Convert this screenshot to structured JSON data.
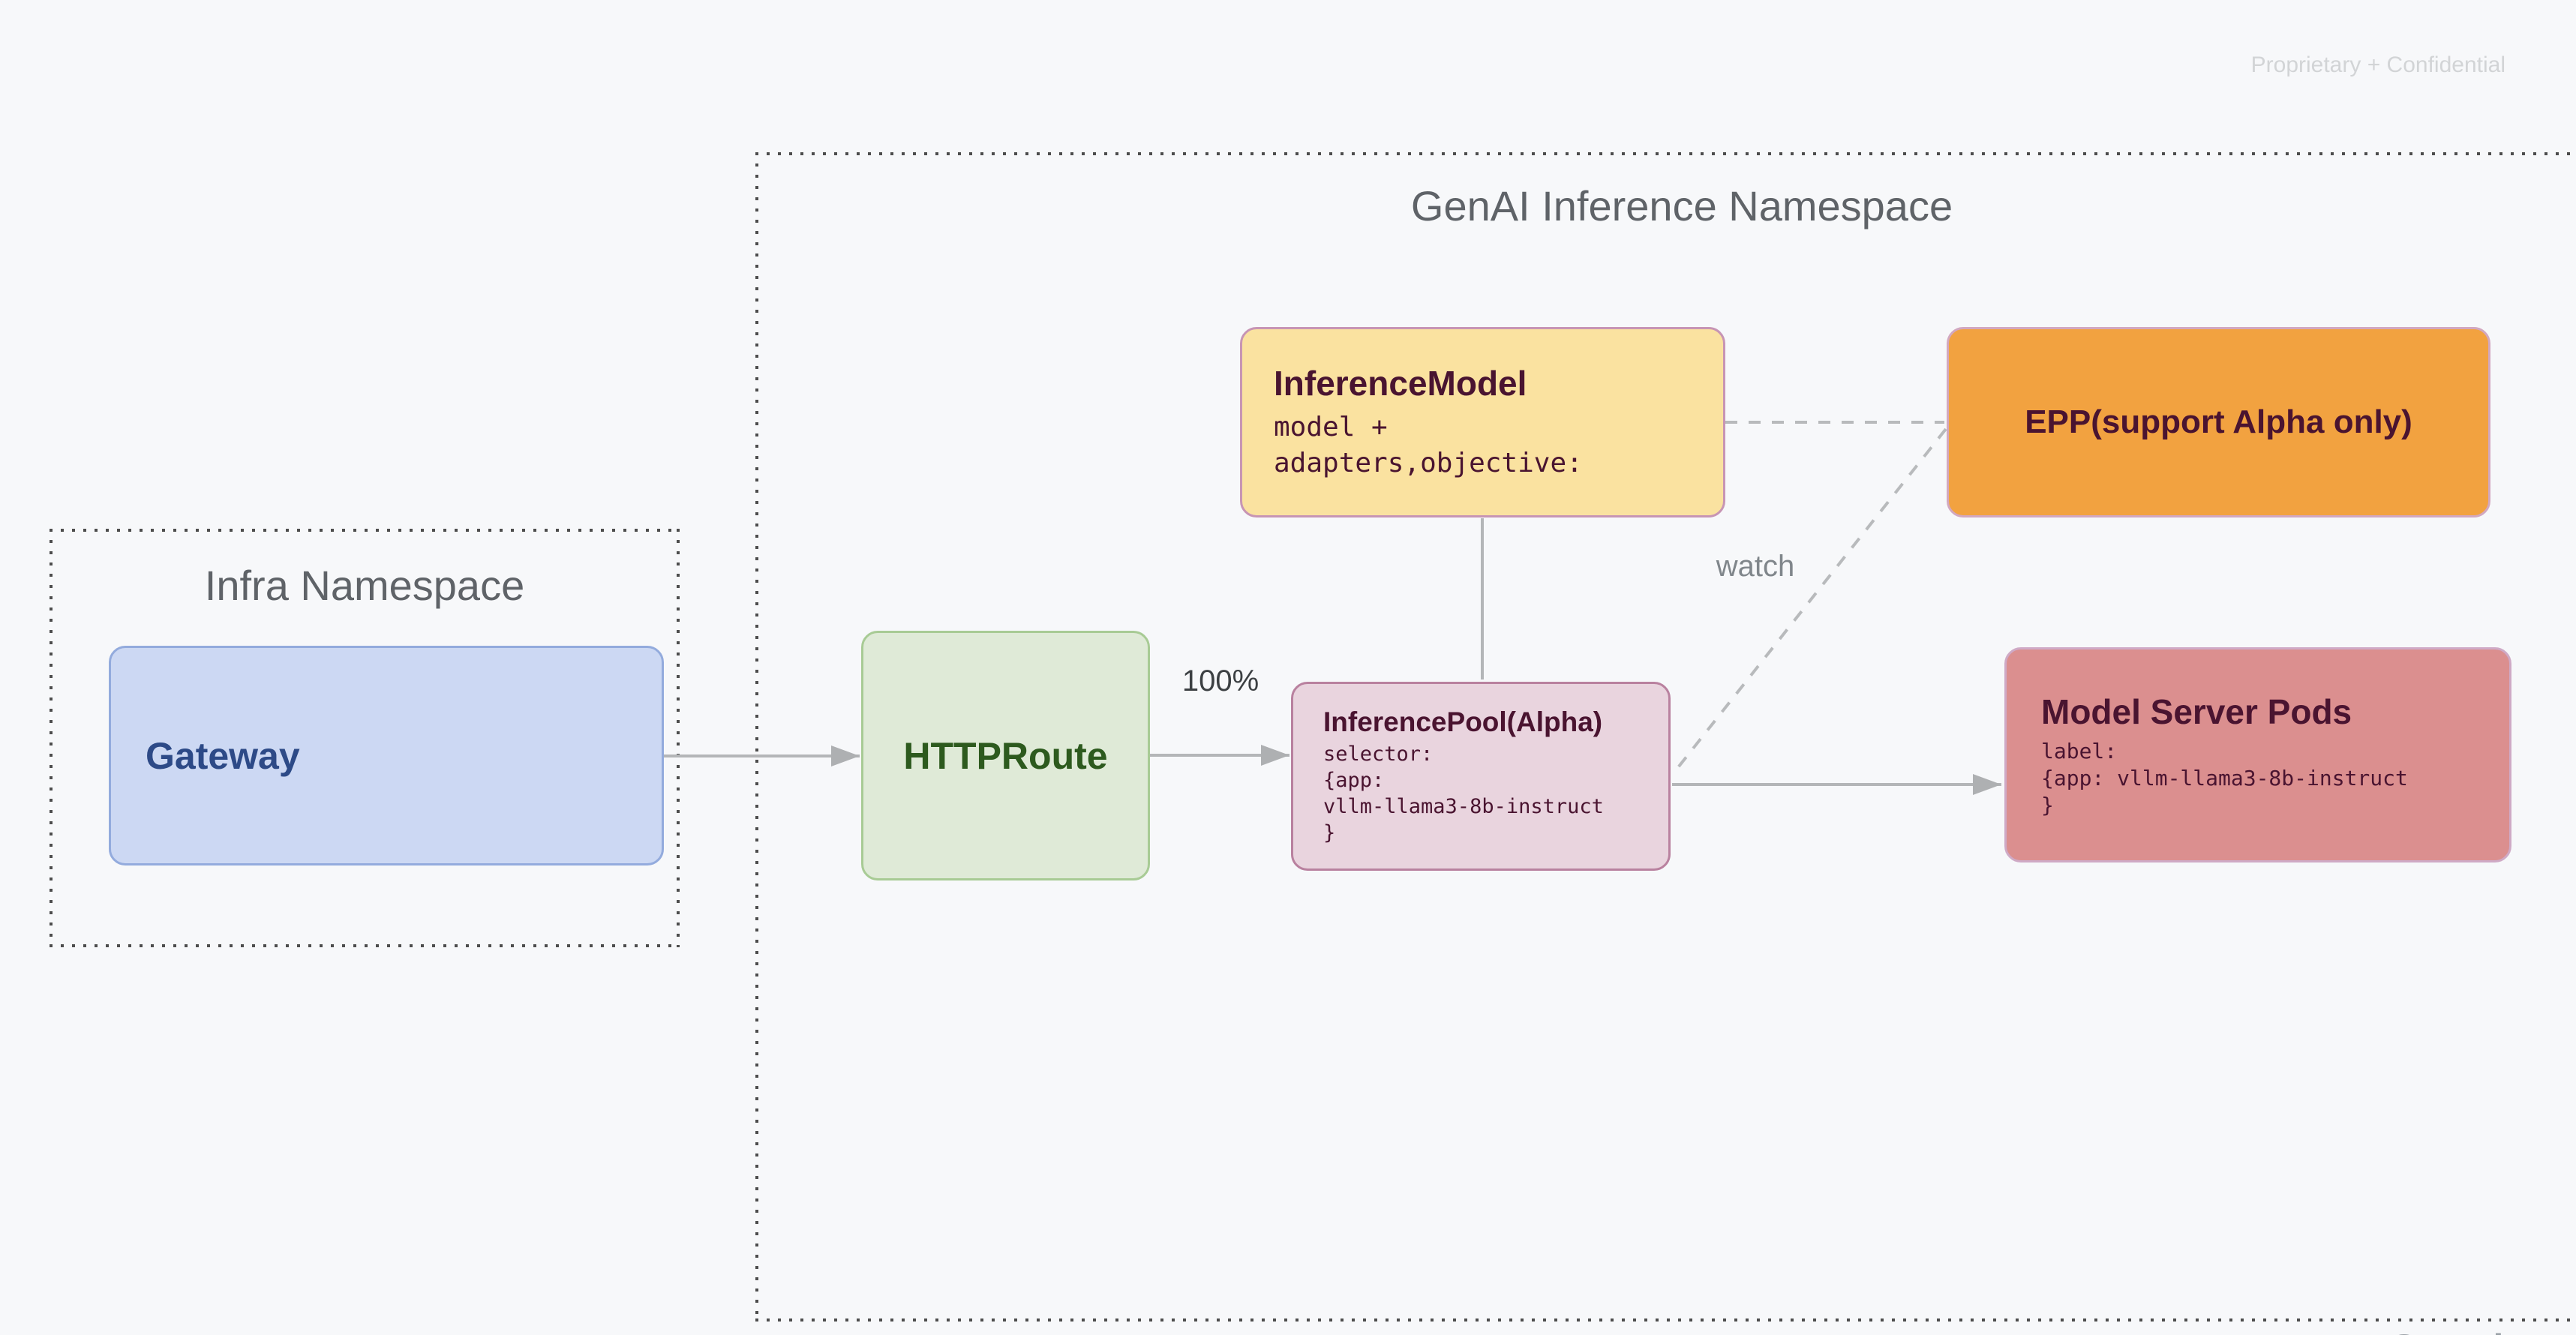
{
  "slide": {
    "confidential": "Proprietary + Confidential",
    "brand_partial": "Google"
  },
  "namespaces": {
    "infra": {
      "title": "Infra Namespace"
    },
    "genai": {
      "title": "GenAI Inference Namespace"
    }
  },
  "nodes": {
    "gateway": {
      "title": "Gateway",
      "fill": "#ccd8f3",
      "border": "#93abdd",
      "text_color": "#2d4a87"
    },
    "httproute": {
      "title": "HTTPRoute",
      "fill": "#dfead7",
      "border": "#a8cb95",
      "text_color": "#2d5a1e"
    },
    "inference_model": {
      "title": "InferenceModel",
      "body": "model +\nadapters,objective:",
      "fill": "#fae2a0",
      "border": "#c795b4",
      "text_color": "#491430"
    },
    "epp": {
      "title": "EPP(support Alpha only)",
      "fill": "#f2a240",
      "border": "#d2a8c0",
      "text_color": "#4a1430"
    },
    "inference_pool": {
      "title": "InferencePool(Alpha)",
      "body": "selector:\n{app:\nvllm-llama3-8b-instruct\n}",
      "fill": "#e9d4de",
      "border": "#b9819f",
      "text_color": "#4a1430"
    },
    "model_server_pods": {
      "title": "Model Server Pods",
      "body": "label:\n{app: vllm-llama3-8b-instruct\n}",
      "fill": "#db8f8f",
      "border": "#cfaac6",
      "text_color": "#4a1430"
    }
  },
  "edge_labels": {
    "traffic_split": "100%",
    "watch": "watch"
  },
  "connection_color": "#b4b6b8"
}
